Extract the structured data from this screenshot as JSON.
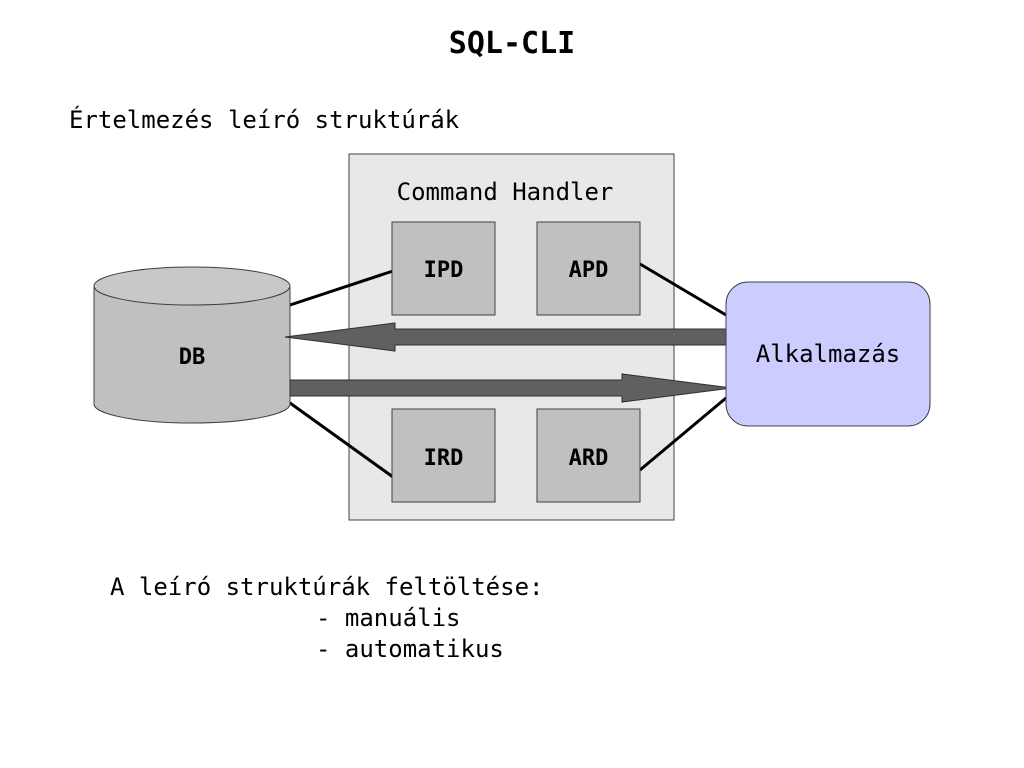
{
  "title": "SQL-CLI",
  "subtitle": "Értelmezés leíró struktúrák",
  "diagram": {
    "handler_label": "Command Handler",
    "descriptors": {
      "ipd": "IPD",
      "apd": "APD",
      "ird": "IRD",
      "ard": "ARD"
    },
    "db_label": "DB",
    "app_label": "Alkalmazás",
    "colors": {
      "handler_fill": "#e8e8e8",
      "descriptor_fill": "#c0c0c0",
      "db_fill": "#c0c0c0",
      "app_fill": "#ccccff",
      "arrow_fill": "#606060"
    }
  },
  "notes": {
    "heading": "A leíró struktúrák feltöltése:",
    "items": [
      "- manuális",
      "- automatikus"
    ]
  }
}
